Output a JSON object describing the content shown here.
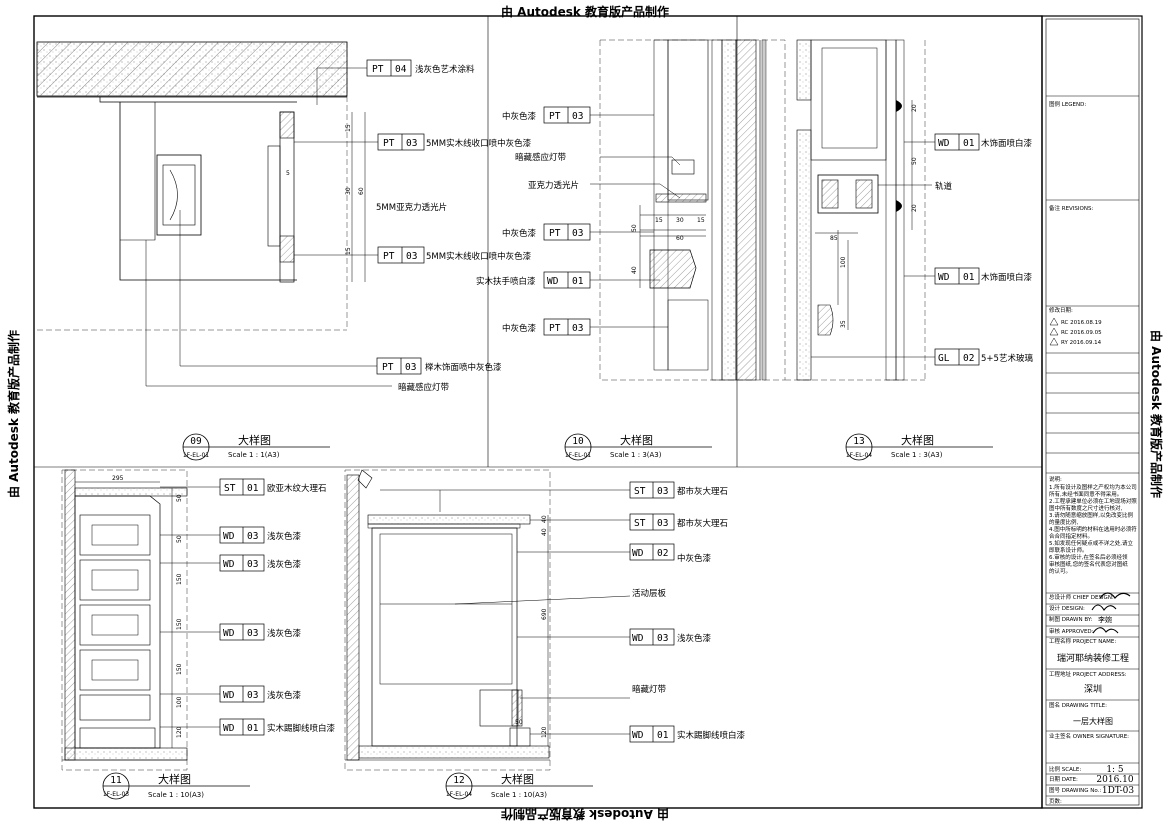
{
  "watermark": {
    "top": "由 Autodesk 教育版产品制作",
    "bottom": "由 Autodesk 教育版产品制作",
    "left": "由 Autodesk 教育版产品制作",
    "right": "由 Autodesk 教育版产品制作"
  },
  "details": {
    "d09": {
      "num": "09",
      "ref": "1F-EL-01",
      "title": "大样图",
      "scale": "Scale 1 : 1(A3)",
      "tags": [
        {
          "code": "PT",
          "num": "04",
          "note": "浅灰色艺术涂料"
        },
        {
          "code": "PT",
          "num": "03",
          "note": "5MM实木线收口喷中灰色漆"
        },
        {
          "code": "PT",
          "num": "03",
          "note": "5MM实木线收口喷中灰色漆"
        },
        {
          "code": "PT",
          "num": "03",
          "note": "榉木饰面喷中灰色漆"
        }
      ],
      "notes": {
        "acrylic": "5MM亚克力透光片",
        "light": "暗藏感应灯带"
      },
      "dims": [
        "15",
        "30",
        "15",
        "60",
        "5"
      ]
    },
    "d10": {
      "num": "10",
      "ref": "1F-EL-01",
      "title": "大样图",
      "scale": "Scale 1 : 3(A3)",
      "tags": [
        {
          "code": "PT",
          "num": "03",
          "note": "中灰色漆"
        },
        {
          "code": "PT",
          "num": "03",
          "note": "中灰色漆"
        },
        {
          "code": "WD",
          "num": "01",
          "note": "实木扶手喷白漆"
        },
        {
          "code": "PT",
          "num": "03",
          "note": "中灰色漆"
        }
      ],
      "notes": {
        "light": "暗藏感应灯带",
        "acrylic": "亚克力透光片"
      },
      "dims": [
        "15",
        "30",
        "15",
        "60",
        "50",
        "40"
      ]
    },
    "d13": {
      "num": "13",
      "ref": "1F-EL-04",
      "title": "大样图",
      "scale": "Scale 1 : 3(A3)",
      "tags": [
        {
          "code": "WD",
          "num": "01",
          "note": "木饰面喷白漆"
        },
        {
          "code": "WD",
          "num": "01",
          "note": "木饰面喷白漆"
        },
        {
          "code": "GL",
          "num": "02",
          "note": "5+5艺术玻璃"
        }
      ],
      "notes": {
        "track": "轨道"
      },
      "dims": [
        "20",
        "50",
        "20",
        "85",
        "100",
        "35"
      ]
    },
    "d11": {
      "num": "11",
      "ref": "1F-EL-03",
      "title": "大样图",
      "scale": "Scale 1 : 10(A3)",
      "tags": [
        {
          "code": "ST",
          "num": "01",
          "note": "欧亚木纹大理石"
        },
        {
          "code": "WD",
          "num": "03",
          "note": "浅灰色漆"
        },
        {
          "code": "WD",
          "num": "03",
          "note": "浅灰色漆"
        },
        {
          "code": "WD",
          "num": "03",
          "note": "浅灰色漆"
        },
        {
          "code": "WD",
          "num": "03",
          "note": "浅灰色漆"
        },
        {
          "code": "WD",
          "num": "01",
          "note": "实木踢脚线喷白漆"
        }
      ],
      "dims": [
        "295",
        "50",
        "50",
        "150",
        "150",
        "150",
        "100",
        "120"
      ]
    },
    "d12": {
      "num": "12",
      "ref": "1F-EL-04",
      "title": "大样图",
      "scale": "Scale 1 : 10(A3)",
      "tags": [
        {
          "code": "ST",
          "num": "03",
          "note": "都市灰大理石"
        },
        {
          "code": "ST",
          "num": "03",
          "note": "都市灰大理石"
        },
        {
          "code": "WD",
          "num": "02",
          "note": "中灰色漆"
        },
        {
          "code": "WD",
          "num": "03",
          "note": "浅灰色漆"
        },
        {
          "code": "WD",
          "num": "01",
          "note": "实木踢脚线喷白漆"
        }
      ],
      "notes": {
        "shelf": "活动层板",
        "light": "暗藏灯带"
      },
      "dims": [
        "40",
        "40",
        "690",
        "50",
        "120"
      ]
    }
  },
  "titleblock": {
    "legend": "图例 LEGEND:",
    "revisions": "备注 REVISIONS:",
    "modify_date": "修改日期:",
    "rev_items": [
      "RC 2016.08.19",
      "RC 2016.09.05",
      "RY 2016.09.14"
    ],
    "explain_label": "说明:",
    "explain_lines": [
      "1.所有设计及图样之产权均为本公司",
      "  所有,未经书面同意不得采用。",
      "2.工程承建单位必须在工地现场对照",
      "  图中所有数度之尺寸进行核对,",
      "3.请勿随意缩放图样,以免改变比例",
      "  的量度比例,",
      "4.图中所标明的材料在选用时必须符",
      "  合合同指定材料。",
      "5.如发现任何疑点或不详之处,请立",
      "  即联系设计师。",
      "6.审核的设计,在签名后必须经领",
      "  审核图纸,您的签名代表您对图纸",
      "  的认可。"
    ],
    "chief_design": "总设计师 CHIEF DESIGN:",
    "design": "设计 DESIGN:",
    "drawn_by_label": "制图 DRAWN BY:",
    "drawn_by": "李婉",
    "approved": "审核 APPROVED:",
    "project_name_label": "工程名称 PROJECT NAME:",
    "project_name": "瑞河耶纳装修工程",
    "project_address_label": "工程地址 PROJECT ADDRESS:",
    "project_address": "深圳",
    "drawing_title_label": "图名 DRAWING TITLE:",
    "drawing_title": "一层大样图",
    "owner_signature": "业主签名 OWNER SIGNATURE:",
    "scale_label": "比例 SCALE:",
    "scale": "1: 5",
    "date_label": "日期 DATE:",
    "date": "2016.10",
    "drawing_no_label": "图号 DRAWING No.:",
    "drawing_no": "1DT-03",
    "page_label": "页数:"
  }
}
